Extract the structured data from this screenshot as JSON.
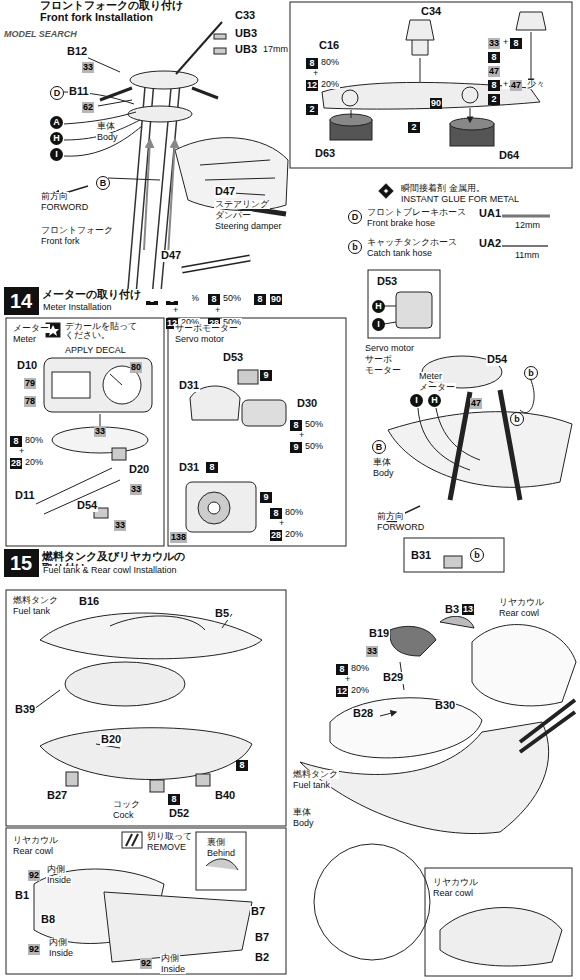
{
  "diagram": {
    "title": "フロントフォークの取り付け Front fork Installation",
    "nodes": [
      {
        "text": [
          "14"
        ]
      },
      {
        "text": [
          "15"
        ]
      }
    ],
    "labels": [
      "MODEL SEARCH",
      "C33",
      "UB3",
      "UB3",
      "17mm",
      "B12",
      "33",
      "D",
      "B11",
      "62",
      "A",
      "H",
      "I",
      "車体",
      "Body",
      "B",
      "前方向",
      "FORWORD",
      "フロントフォーク",
      "Front fork",
      "D47",
      "ステアリング",
      "ダンパー",
      "Steering damper",
      "D47",
      "8",
      "8",
      "80%",
      "+",
      "12",
      "20%",
      "8",
      "50%",
      "+",
      "28",
      "50%",
      "8",
      "90",
      "C34",
      "C16",
      "8",
      "80%",
      "+",
      "12",
      "20%",
      "2",
      "2",
      "90",
      "33",
      "+",
      "8",
      "8",
      "47",
      "8",
      "+",
      "47",
      "少々",
      "2",
      "D63",
      "D64",
      "瞬間接着剤 金属用。",
      "INSTANT GLUE FOR METAL",
      "D",
      "フロントブレーキホース",
      "UA1",
      "Front brake hose",
      "12mm",
      "b",
      "キャッチタンクホース",
      "UA2",
      "Catch tank hose",
      "11mm",
      "メーターの取り付け",
      "Meter Installation",
      "メーター",
      "Meter",
      "デカールを貼ってください。",
      "APPLY DECAL",
      "D10",
      "79",
      "78",
      "80",
      "8",
      "80%",
      "+",
      "28",
      "20%",
      "33",
      "D20",
      "33",
      "D11",
      "D54",
      "33",
      "サーボモーター",
      "Servo motor",
      "D53",
      "9",
      "D31",
      "D30",
      "8",
      "50%",
      "+",
      "9",
      "50%",
      "D31",
      "8",
      "9",
      "138",
      "8",
      "80%",
      "+",
      "28",
      "20%",
      "D53",
      "H",
      "I",
      "Servo motor",
      "サーボ",
      "モーター",
      "Meter",
      "メーター",
      "D54",
      "b",
      "47",
      "I",
      "H",
      "b",
      "B",
      "車体",
      "Body",
      "前方向",
      "FORWORD",
      "B31",
      "b",
      "燃料タンク及びリヤカウルの取り付け",
      "Fuel tank & Rear cowl Installation",
      "燃料タンク",
      "Fuel tank",
      "B16",
      "B5",
      "B39",
      "B20",
      "B27",
      "コック",
      "Cock",
      "B40",
      "8",
      "8",
      "D52",
      "リヤカウル",
      "Rear cowl",
      "92",
      "内側",
      "Inside",
      "切り取って",
      "REMOVE",
      "裏側",
      "Behind",
      "B1",
      "B8",
      "92",
      "内側",
      "Inside",
      "B7",
      "B7",
      "B2",
      "92",
      "内側",
      "Inside",
      "B3",
      "13",
      "B19",
      "33",
      "リヤカウル",
      "Rear cowl",
      "8",
      "80%",
      "+",
      "12",
      "20%",
      "B29",
      "B28",
      "B30",
      "燃料タンク",
      "Fuel tank",
      "車体",
      "Body",
      "リヤカウル",
      "Rear cowl"
    ]
  }
}
